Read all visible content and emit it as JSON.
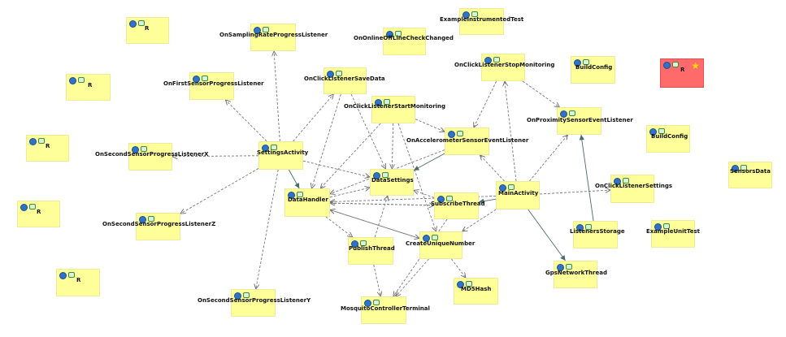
{
  "diagram": {
    "nodes": [
      {
        "id": "r1",
        "label": "R"
      },
      {
        "id": "sampling",
        "label": "OnSamplingRateProgressListener"
      },
      {
        "id": "exampleInstr",
        "label": "ExampleInstrumentedTest"
      },
      {
        "id": "online",
        "label": "OnOnlineOffLineCheckChanged"
      },
      {
        "id": "r2",
        "label": "R"
      },
      {
        "id": "firstSensor",
        "label": "OnFirstSensorProgressListener"
      },
      {
        "id": "saveData",
        "label": "OnClickListenerSaveData"
      },
      {
        "id": "stopMon",
        "label": "OnClickListenerStopMonitoring"
      },
      {
        "id": "buildCfg1",
        "label": "BuildConfig"
      },
      {
        "id": "rSel",
        "label": "R"
      },
      {
        "id": "startMon",
        "label": "OnClickListenerStartMonitoring"
      },
      {
        "id": "proximity",
        "label": "OnProximitySensorEventListener"
      },
      {
        "id": "r3",
        "label": "R"
      },
      {
        "id": "secondX",
        "label": "OnSecondSensorProgressListenerX"
      },
      {
        "id": "settingsAct",
        "label": "SettingsActivity"
      },
      {
        "id": "accel",
        "label": "OnAccelerometerSensorEventListener"
      },
      {
        "id": "buildCfg2",
        "label": "BuildConfig"
      },
      {
        "id": "sensorsData",
        "label": "SensorsData"
      },
      {
        "id": "dataSettings",
        "label": "DataSettings"
      },
      {
        "id": "clickSettings",
        "label": "OnClickListenerSettings"
      },
      {
        "id": "dataHandler",
        "label": "DataHandler"
      },
      {
        "id": "subscribe",
        "label": "SubscribeThread"
      },
      {
        "id": "mainAct",
        "label": "MainActivity"
      },
      {
        "id": "r4",
        "label": "R"
      },
      {
        "id": "secondZ",
        "label": "OnSecondSensorProgressListenerZ"
      },
      {
        "id": "listenersStorage",
        "label": "ListenersStorage"
      },
      {
        "id": "exampleUnit",
        "label": "ExampleUnitTest"
      },
      {
        "id": "publish",
        "label": "PublishThread"
      },
      {
        "id": "uniqueNum",
        "label": "CreateUniqueNumber"
      },
      {
        "id": "gps",
        "label": "GpsNetworkThread"
      },
      {
        "id": "r5",
        "label": "R"
      },
      {
        "id": "md5",
        "label": "MD5Hash"
      },
      {
        "id": "secondY",
        "label": "OnSecondSensorProgressListenerY"
      },
      {
        "id": "mosquitto",
        "label": "MosquitoControllerTerminal"
      }
    ],
    "edges": [
      {
        "from": "settingsAct",
        "to": "sampling",
        "style": "dashed"
      },
      {
        "from": "settingsAct",
        "to": "firstSensor",
        "style": "dashed"
      },
      {
        "from": "settingsAct",
        "to": "saveData",
        "style": "dashed"
      },
      {
        "from": "settingsAct",
        "to": "secondX",
        "style": "dashed"
      },
      {
        "from": "settingsAct",
        "to": "secondZ",
        "style": "dashed"
      },
      {
        "from": "settingsAct",
        "to": "secondY",
        "style": "dashed"
      },
      {
        "from": "settingsAct",
        "to": "dataSettings",
        "style": "dashed"
      },
      {
        "from": "settingsAct",
        "to": "dataHandler",
        "style": "solid"
      },
      {
        "from": "saveData",
        "to": "dataSettings",
        "style": "dashed"
      },
      {
        "from": "saveData",
        "to": "dataHandler",
        "style": "dashed"
      },
      {
        "from": "startMon",
        "to": "dataHandler",
        "style": "dashed"
      },
      {
        "from": "startMon",
        "to": "dataSettings",
        "style": "dashed"
      },
      {
        "from": "startMon",
        "to": "accel",
        "style": "dashed"
      },
      {
        "from": "startMon",
        "to": "uniqueNum",
        "style": "dashed"
      },
      {
        "from": "stopMon",
        "to": "accel",
        "style": "dashed"
      },
      {
        "from": "stopMon",
        "to": "proximity",
        "style": "dashed"
      },
      {
        "from": "accel",
        "to": "dataSettings",
        "style": "solid"
      },
      {
        "from": "accel",
        "to": "dataHandler",
        "style": "dashed"
      },
      {
        "from": "mainAct",
        "to": "stopMon",
        "style": "dashed"
      },
      {
        "from": "mainAct",
        "to": "proximity",
        "style": "dashed"
      },
      {
        "from": "mainAct",
        "to": "accel",
        "style": "dashed"
      },
      {
        "from": "mainAct",
        "to": "subscribe",
        "style": "solid"
      },
      {
        "from": "mainAct",
        "to": "dataHandler",
        "style": "dashed"
      },
      {
        "from": "mainAct",
        "to": "uniqueNum",
        "style": "dashed"
      },
      {
        "from": "mainAct",
        "to": "gps",
        "style": "solid"
      },
      {
        "from": "mainAct",
        "to": "clickSettings",
        "style": "dashed"
      },
      {
        "from": "listenersStorage",
        "to": "proximity",
        "style": "solid"
      },
      {
        "from": "subscribe",
        "to": "dataHandler",
        "style": "dashed"
      },
      {
        "from": "subscribe",
        "to": "dataSettings",
        "style": "dashed"
      },
      {
        "from": "dataHandler",
        "to": "dataSettings",
        "style": "dashed"
      },
      {
        "from": "dataHandler",
        "to": "uniqueNum",
        "style": "dashed"
      },
      {
        "from": "dataHandler",
        "to": "publish",
        "style": "dashed"
      },
      {
        "from": "dataHandler",
        "to": "subscribe",
        "style": "dashed"
      },
      {
        "from": "publish",
        "to": "dataSettings",
        "style": "dashed"
      },
      {
        "from": "publish",
        "to": "mosquitto",
        "style": "dashed"
      },
      {
        "from": "subscribe",
        "to": "mosquitto",
        "style": "dashed"
      },
      {
        "from": "uniqueNum",
        "to": "md5",
        "style": "dashed"
      },
      {
        "from": "uniqueNum",
        "to": "mosquitto",
        "style": "dashed"
      },
      {
        "from": "uniqueNum",
        "to": "dataHandler",
        "style": "dashed"
      }
    ],
    "colors": {
      "node_fill": "#ffff99",
      "selected_fill": "#ff6b6b",
      "edge": "#666666",
      "class_icon": "#2e73c7"
    }
  }
}
